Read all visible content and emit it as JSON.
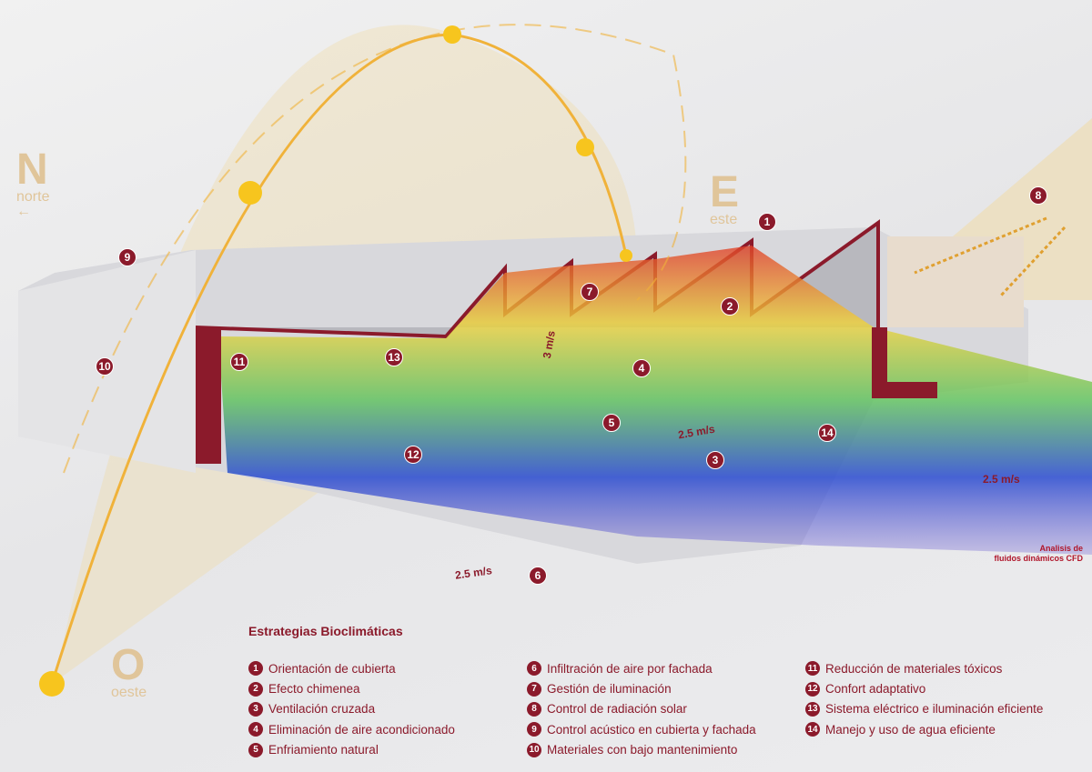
{
  "compass": {
    "north": {
      "letter": "N",
      "word": "norte",
      "arrow": "←"
    },
    "east": {
      "letter": "E",
      "word": "este"
    },
    "west": {
      "letter": "O",
      "word": "oeste"
    }
  },
  "markers": [
    "1",
    "2",
    "3",
    "4",
    "5",
    "6",
    "7",
    "8",
    "9",
    "10",
    "11",
    "12",
    "13",
    "14"
  ],
  "speed_labels": {
    "vertical": "3 m/s",
    "center": "2.5 m/s",
    "right": "2.5 m/s",
    "facade": "2.5 m/s"
  },
  "cfd_label": {
    "line1": "Analisis de",
    "line2": "fluidos dinámicos CFD"
  },
  "legend": {
    "title": "Estrategias Bioclimáticas",
    "items": [
      {
        "n": "1",
        "label": "Orientación de cubierta"
      },
      {
        "n": "2",
        "label": "Efecto chimenea"
      },
      {
        "n": "3",
        "label": "Ventilación cruzada"
      },
      {
        "n": "4",
        "label": "Eliminación de aire acondicionado"
      },
      {
        "n": "5",
        "label": "Enfriamiento natural"
      },
      {
        "n": "6",
        "label": "Infiltración de aire por fachada"
      },
      {
        "n": "7",
        "label": "Gestión de iluminación"
      },
      {
        "n": "8",
        "label": "Control de radiación solar"
      },
      {
        "n": "9",
        "label": "Control acústico en cubierta y fachada"
      },
      {
        "n": "10",
        "label": "Materiales con bajo mantenimiento"
      },
      {
        "n": "11",
        "label": "Reducción de materiales tóxicos"
      },
      {
        "n": "12",
        "label": "Confort adaptativo"
      },
      {
        "n": "13",
        "label": "Sistema eléctrico e iluminación eficiente"
      },
      {
        "n": "14",
        "label": "Manejo y uso de agua eficiente"
      }
    ]
  },
  "colors": {
    "accent": "#8b1a2b",
    "sun": "#f7c51e",
    "sunpath": "#f0b23a",
    "compass": "#e0c59a"
  }
}
